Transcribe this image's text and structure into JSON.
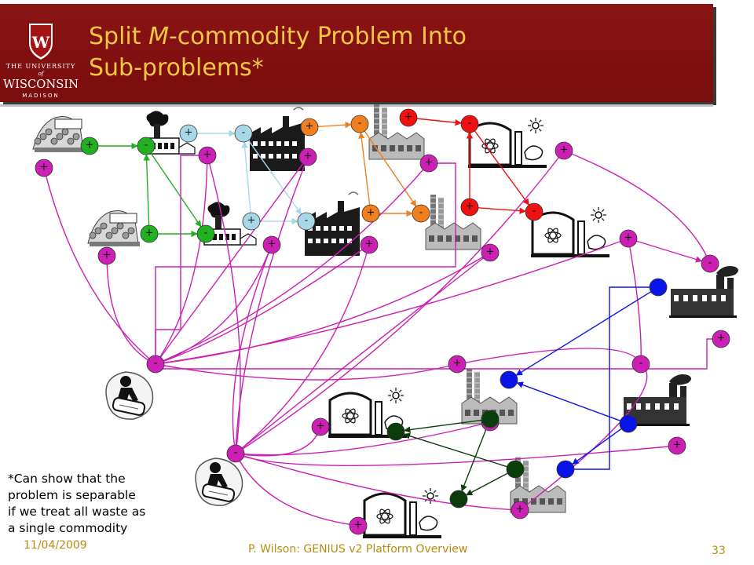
{
  "slide": {
    "title_line1_pre": "Split ",
    "title_line1_em": "M",
    "title_line1_post": "-commodity Problem Into",
    "title_line2": "Sub-problems*",
    "footnote_lines": [
      "*Can show that the",
      "problem is separable",
      "if we treat all waste as",
      "a single commodity"
    ],
    "date": "11/04/2009",
    "credit": "P. Wilson: GENIUS v2 Platform Overview",
    "page_number": "33"
  },
  "logo": {
    "top": "THE UNIVERSITY",
    "of": "of",
    "name": "WISCONSIN",
    "campus": "MADISON",
    "crest_letter": "W"
  },
  "symbols": {
    "plus": "+",
    "minus": "-"
  },
  "colors": {
    "title_bg": "#7f1010",
    "title_text": "#f2c744",
    "footer_text": "#b98b10",
    "mine": "#22b022",
    "enrich": "#a8d8e8",
    "fab": "#f07f20",
    "reactor": "#ee1111",
    "waste": "#cc20b4",
    "repro_blue": "#0a14e6",
    "dark_green": "#0b3d0b"
  }
}
